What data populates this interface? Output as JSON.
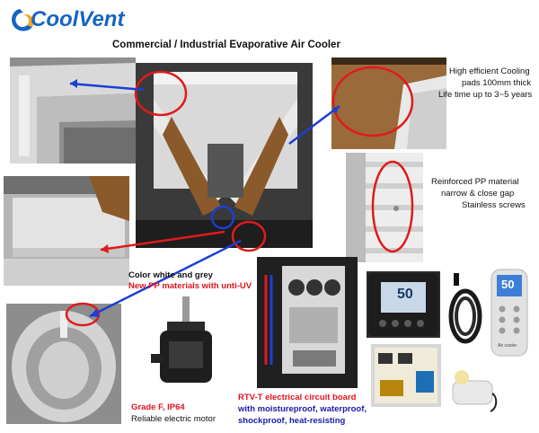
{
  "brand": {
    "name": "CoolVent",
    "color": "#1565c0",
    "accent": "#f5a623"
  },
  "title": "Commercial / Industrial Evaporative Air Cooler",
  "captions": {
    "cooling_pads": [
      "High efficient Cooling",
      "pads 100mm thick",
      "Life time up to 3~5 years"
    ],
    "pp_material": [
      "Reinforced PP material",
      "narrow & close gap",
      "Stainless screws"
    ],
    "color_line": "Color white and grey",
    "pp_uv": "New PP materials with unti-UV",
    "motor_grade": "Grade F, IP64",
    "motor_desc": "Reliable electric motor",
    "circuit_title": "RTV-T electrical circuit board",
    "circuit_lines": [
      "with moistureproof, waterproof,",
      "shockproof, heat-resisting"
    ]
  },
  "remote": {
    "screen_value": "50",
    "brand_label": "Air cooler"
  },
  "panel": {
    "screen_value": "50"
  },
  "colors": {
    "red_text": "#e0141e",
    "blue_text": "#1a1aa8",
    "highlight": "#e01a1a",
    "arrow_blue": "#1a3fd4"
  }
}
